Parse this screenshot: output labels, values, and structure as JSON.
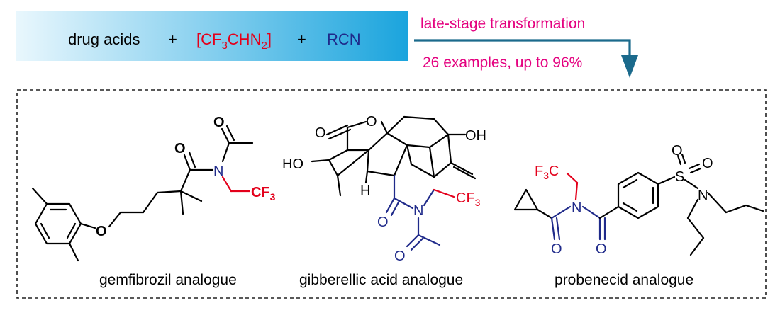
{
  "header": {
    "reactant_1": "drug acids",
    "plus_1": "+",
    "reactant_2_open": "[CF",
    "reactant_2_sub1": "3",
    "reactant_2_mid": "CHN",
    "reactant_2_sub2": "2",
    "reactant_2_close": "]",
    "plus_2": "+",
    "reactant_3": "RCN"
  },
  "arrow": {
    "label_top": "late-stage transformation",
    "label_bottom": "26 examples, up to 96%"
  },
  "atoms": {
    "O": "O",
    "N": "N",
    "H": "H",
    "S": "S",
    "OH": "OH",
    "HO": "HO",
    "CF": "CF",
    "CF3_sub": "3",
    "F3C_F": "F",
    "F3C_sub": "3",
    "F3C_C": "C"
  },
  "compounds": [
    {
      "caption": "gemfibrozil analogue"
    },
    {
      "caption": "gibberellic acid analogue"
    },
    {
      "caption": "probenecid analogue"
    }
  ],
  "colors": {
    "red": "#e3001b",
    "blue": "#1f2a8a",
    "magenta": "#e4007f",
    "arrow": "#1b6a8c",
    "box_light": "#e6f6fc",
    "box_dark": "#1aa4dd"
  }
}
